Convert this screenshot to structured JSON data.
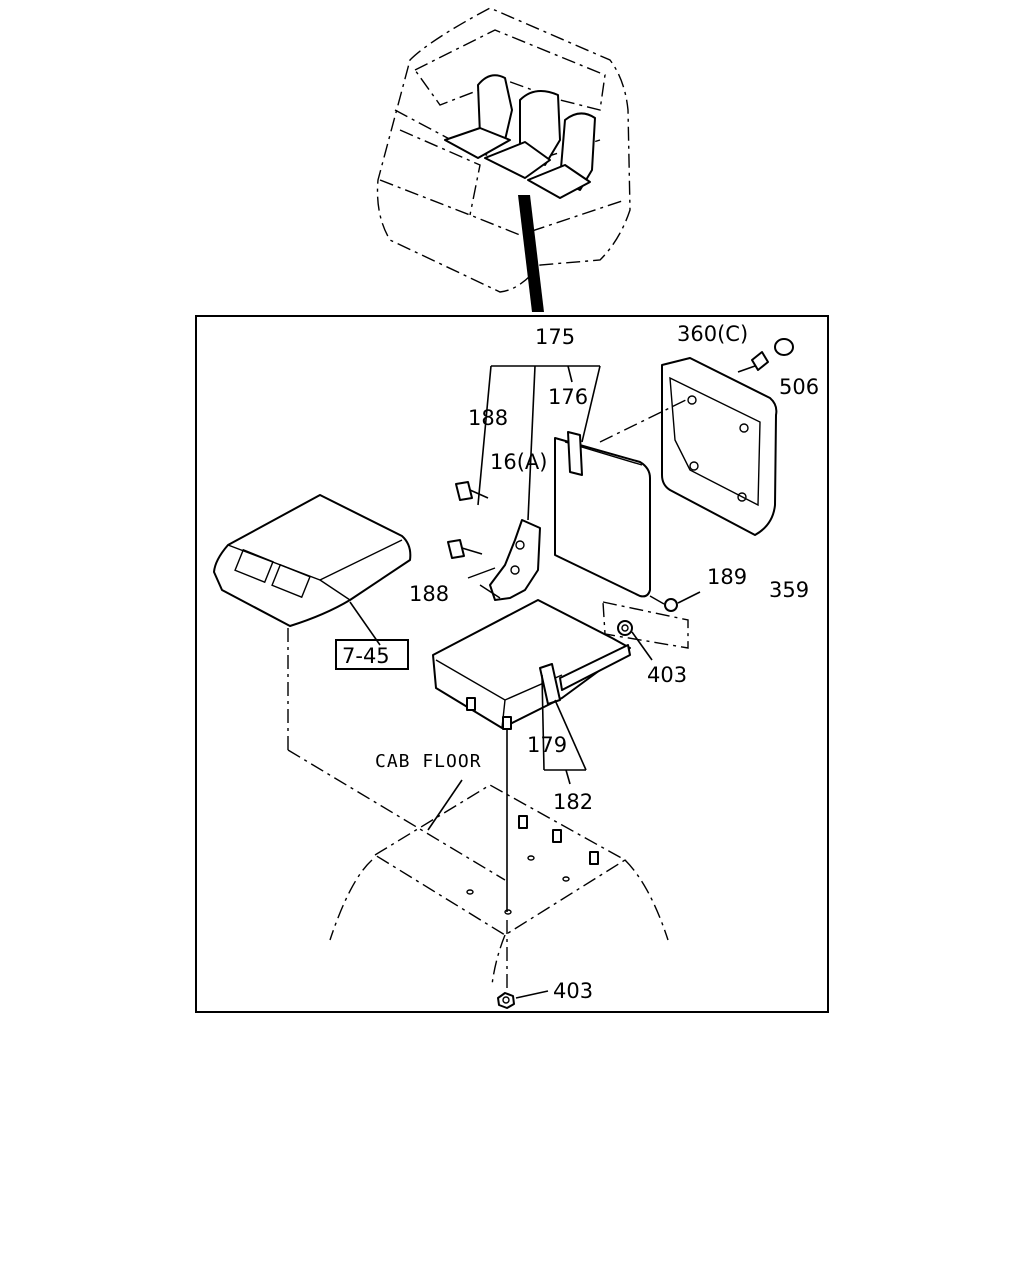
{
  "callouts": {
    "p175": "175",
    "p176": "176",
    "p188_top": "188",
    "p16a": "16(A)",
    "p188_bottom": "188",
    "p360c": "360(C)",
    "p506": "506",
    "p359": "359",
    "p189": "189",
    "p403_right": "403",
    "p179": "179",
    "p182": "182",
    "p403_bottom": "403",
    "ref_745": "7-45",
    "cab_floor": "CAB FLOOR"
  }
}
